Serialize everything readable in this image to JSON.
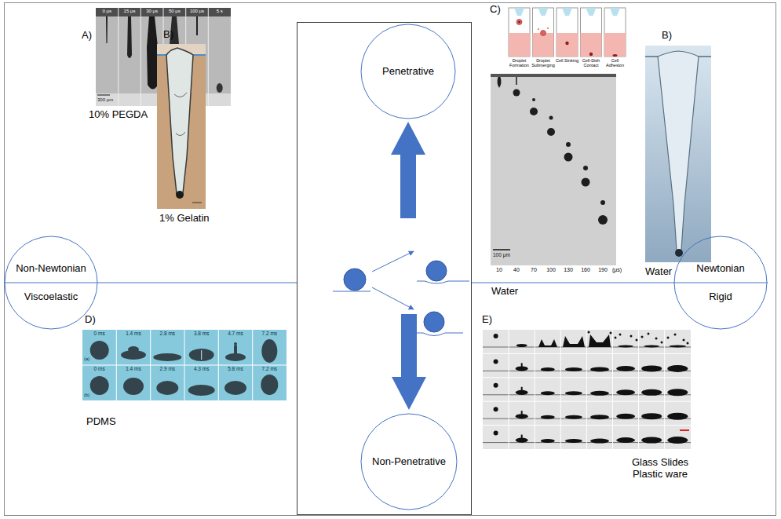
{
  "diagram": {
    "nodes": [
      {
        "text": [
          "Penetrative"
        ]
      },
      {
        "text": [
          "Non-Newtonian",
          "Viscoelastic"
        ]
      },
      {
        "text": [
          "Newtonian",
          "Rigid"
        ]
      },
      {
        "text": [
          "Non-Penetrative"
        ]
      }
    ],
    "labels": [
      "A)",
      "0 μs",
      "15 μs",
      "30 μs",
      "50 μs",
      "100 μs",
      "5 s",
      "300 μm",
      "10% PEGDA",
      "B)",
      "1% Gelatin",
      "C)",
      "Droplet Formation",
      "Droplet Submerging",
      "Cell Sinking",
      "Cell-Dish Contact",
      "Cell Adhesion",
      "100 μm",
      "10",
      "40",
      "70",
      "100",
      "130",
      "160",
      "190",
      "(μs)",
      "Water",
      "B)",
      "Water",
      "D)",
      "0 ms",
      "1.4 ms",
      "2.8 ms",
      "3.8 ms",
      "4.7 ms",
      "7.2 ms",
      "(a)",
      "0 ms",
      "1.4 ms",
      "2.9 ms",
      "4.3 ms",
      "5.8 ms",
      "7.2 ms",
      "(b)",
      "PDMS",
      "E)",
      "Glass Slides Plastic ware"
    ]
  }
}
